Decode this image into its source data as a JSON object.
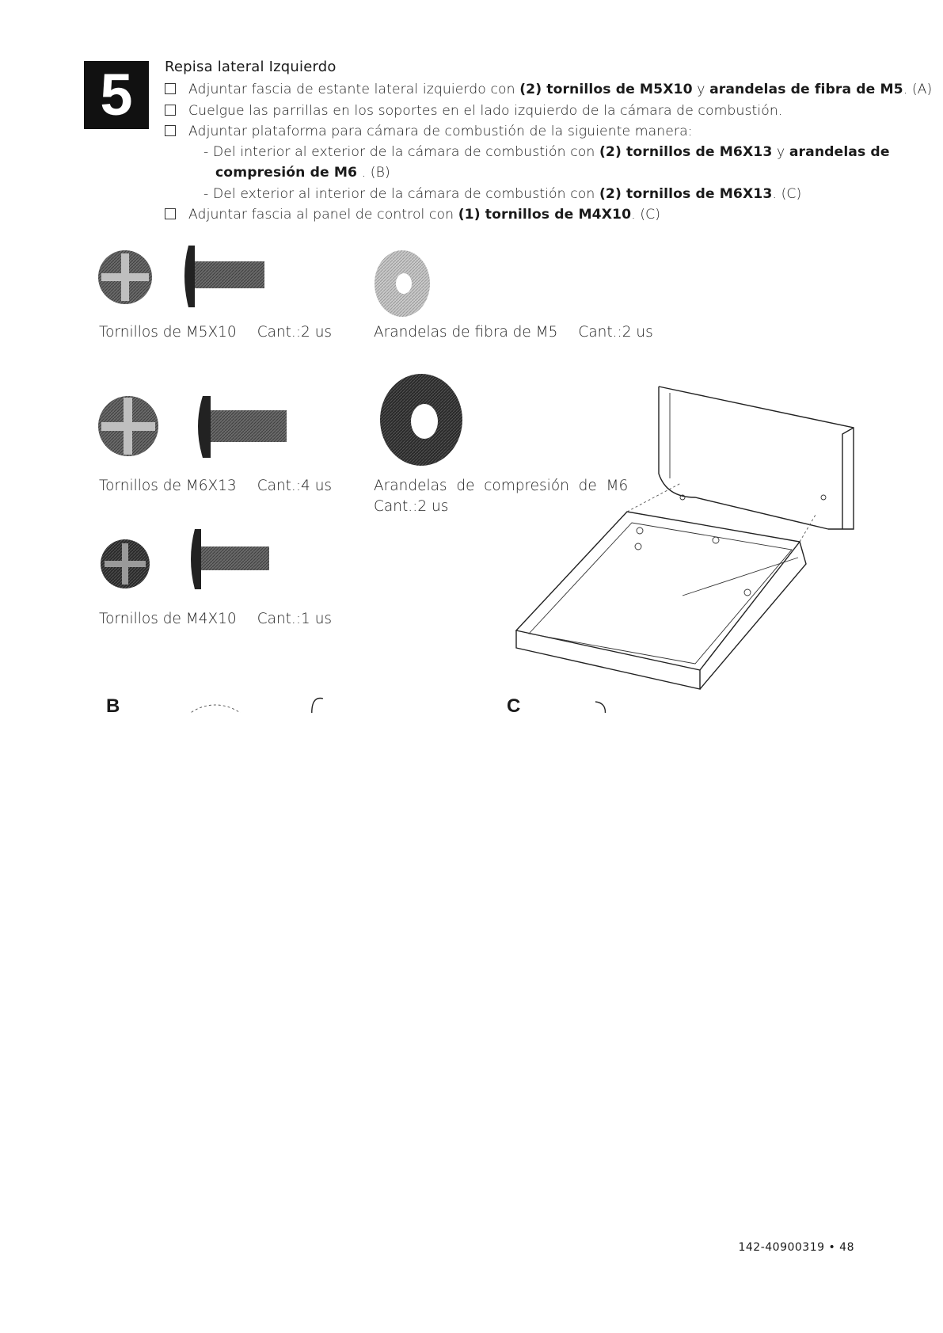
{
  "step": {
    "number": "5",
    "title": "Repisa lateral Izquierdo"
  },
  "instructions": {
    "i1": {
      "pre": "Adjuntar fascia de estante lateral izquierdo con ",
      "bold": "(2) tornillos de M5X10",
      "mid": " y ",
      "bold2": "arandelas de fibra de M5",
      "post": ". (A)"
    },
    "i2": {
      "text": "Cuelgue las parrillas en los soportes en el lado izquierdo de la cámara de combustión."
    },
    "i3": {
      "text": "Adjuntar plataforma para cámara de combustión de la siguiente manera:"
    },
    "i3a": {
      "pre": "- Del interior al exterior de la cámara de combustión con ",
      "bold": "(2) tornillos de M6X13",
      "mid": " y ",
      "bold2": "arandelas de",
      "line2_bold": "compresión de M6",
      "post": " . (B)"
    },
    "i3b": {
      "pre": "- Del exterior al interior de la cámara de combustión con  ",
      "bold": "(2) tornillos de M6X13",
      "post": ". (C)"
    },
    "i4": {
      "pre": "Adjuntar fascia al panel de control con ",
      "bold": "(1) tornillos de M4X10",
      "post": ". (C)"
    }
  },
  "parts": [
    {
      "name": "Tornillos de M5X10",
      "qty": "Cant.:2 us"
    },
    {
      "name": "Arandelas de fibra de M5",
      "qty": "Cant.:2 us"
    },
    {
      "name": "Tornillos de M6X13",
      "qty": "Cant.:4 us"
    },
    {
      "name": "Arandelas  de  compresión  de  M6",
      "qty": "Cant.:2 us"
    },
    {
      "name": "Tornillos de M4X10",
      "qty": "Cant.:1 us"
    }
  ],
  "figures": {
    "b": "B",
    "c": "C"
  },
  "footer": {
    "page_number": "142-40900319 • 48"
  }
}
